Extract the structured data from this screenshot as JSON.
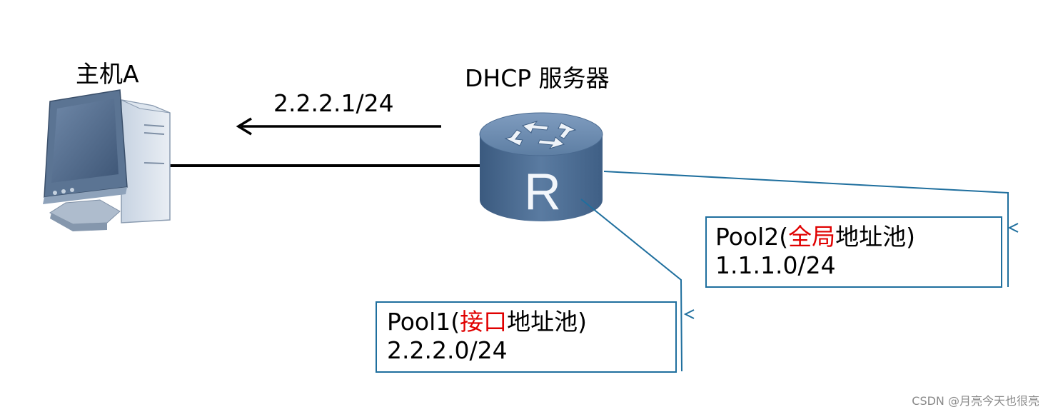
{
  "host": {
    "label": "主机A"
  },
  "server": {
    "label": "DHCP 服务器"
  },
  "link": {
    "address": "2.2.2.1/24"
  },
  "pool1": {
    "prefix": "Pool1(",
    "highlight": "接口",
    "suffix": "地址池)",
    "subnet": "2.2.2.0/24"
  },
  "pool2": {
    "prefix": "Pool2(",
    "highlight": "全局",
    "suffix": "地址池)",
    "subnet": "1.1.1.0/24"
  },
  "router": {
    "glyph": "R"
  },
  "watermark": "CSDN @月亮今天也很亮",
  "colors": {
    "callout": "#1f6f9e",
    "highlight": "#e00000",
    "device": "#4f6f92"
  }
}
